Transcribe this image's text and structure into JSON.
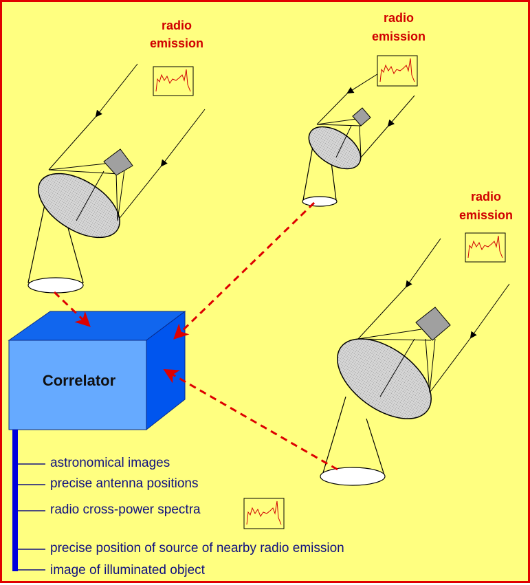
{
  "labels": {
    "radio_emission_1_line1": "radio",
    "radio_emission_1_line2": "emission",
    "radio_emission_2_line1": "radio",
    "radio_emission_2_line2": "emission",
    "radio_emission_3_line1": "radio",
    "radio_emission_3_line2": "emission",
    "correlator": "Correlator"
  },
  "outputs": [
    "astronomical images",
    "precise antenna positions",
    "radio cross-power spectra",
    "precise position of source of nearby radio emission",
    "image of illuminated object"
  ],
  "colors": {
    "background": "#ffff80",
    "border": "#e00000",
    "signal_arrow": "#dd0000",
    "correlator_front": "#66aaff",
    "correlator_top": "#1166ee",
    "correlator_side": "#0055ee",
    "output_bar": "#0000dd",
    "dish": "#c8c8c8"
  }
}
